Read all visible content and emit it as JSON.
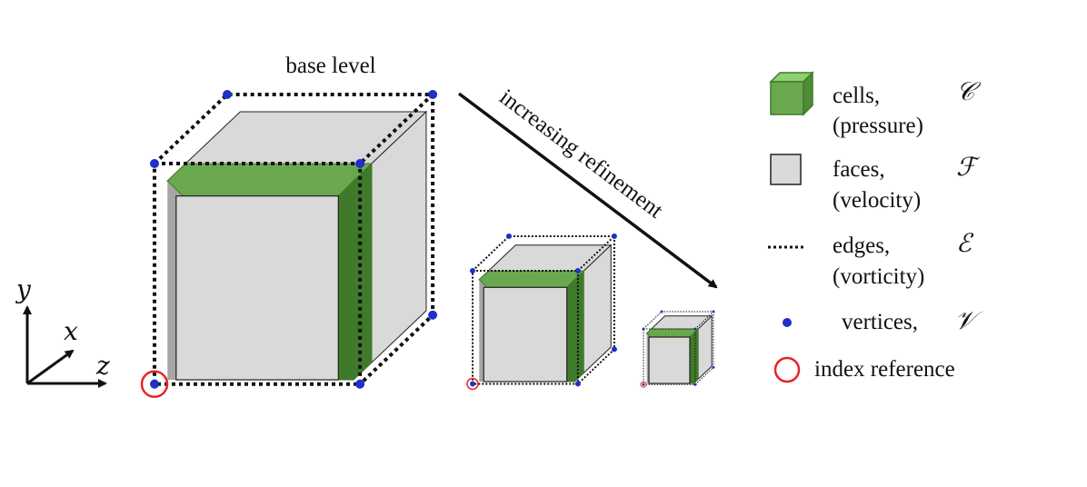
{
  "title": "base level",
  "arrow_label": "increasing refinement",
  "axes": {
    "y": "y",
    "x": "x",
    "z": "z"
  },
  "legend": [
    {
      "id": "cells",
      "name": "cells,",
      "quantity": "(pressure)",
      "symbol": "𝒞"
    },
    {
      "id": "faces",
      "name": "faces,",
      "quantity": "(velocity)",
      "symbol": "ℱ"
    },
    {
      "id": "edges",
      "name": "edges,",
      "quantity": "(vorticity)",
      "symbol": "ℰ"
    },
    {
      "id": "vertices",
      "name": "vertices,",
      "symbol": "𝒱"
    },
    {
      "id": "index",
      "name": "index reference"
    }
  ],
  "colors": {
    "cell_green": "#6aa84f",
    "cell_green_dark": "#3f7a2a",
    "face_gray": "#d9d9d9",
    "face_gray_dark": "#a6a6a6",
    "vertex_blue": "#1f2fc8",
    "index_red": "#e8242a",
    "edge_black": "#111111"
  },
  "levels": 3
}
